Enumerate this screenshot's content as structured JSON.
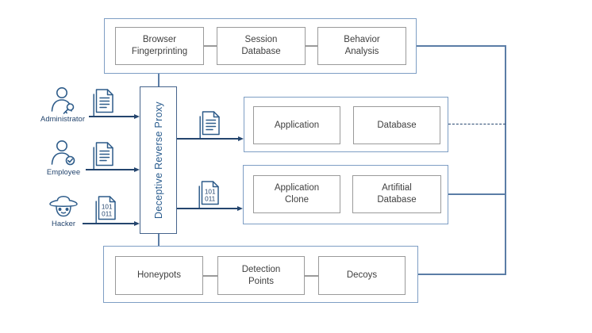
{
  "colors": {
    "container-border": "#7e9ec4",
    "proxy-border": "#46648c",
    "node-border": "#9a9a9a",
    "node-text": "#404040",
    "line-blue": "#5b7da6",
    "arrow-navy": "#24456e",
    "icon-blue": "#2e5c8a",
    "proxy-text": "#2a5c8e"
  },
  "proxy": {
    "label": "Deceptive Reverse Proxy"
  },
  "top_box": {
    "items": [
      {
        "label": "Browser\nFingerprinting"
      },
      {
        "label": "Session\nDatabase"
      },
      {
        "label": "Behavior\nAnalysis"
      }
    ]
  },
  "actors": {
    "administrator": {
      "label": "Administrator",
      "icon": "admin-user-key-icon"
    },
    "employee": {
      "label": "Employee",
      "icon": "employee-user-check-icon"
    },
    "hacker": {
      "label": "Hacker",
      "icon": "hacker-spy-icon"
    }
  },
  "real_env": {
    "items": [
      {
        "label": "Application"
      },
      {
        "label": "Database"
      }
    ]
  },
  "clone_env": {
    "items": [
      {
        "label": "Application\nClone"
      },
      {
        "label": "Artifitial\nDatabase"
      }
    ]
  },
  "bottom_box": {
    "items": [
      {
        "label": "Honeypots"
      },
      {
        "label": "Detection\nPoints"
      },
      {
        "label": "Decoys"
      }
    ]
  },
  "binary_doc": {
    "line1": "101",
    "line2": "011"
  }
}
